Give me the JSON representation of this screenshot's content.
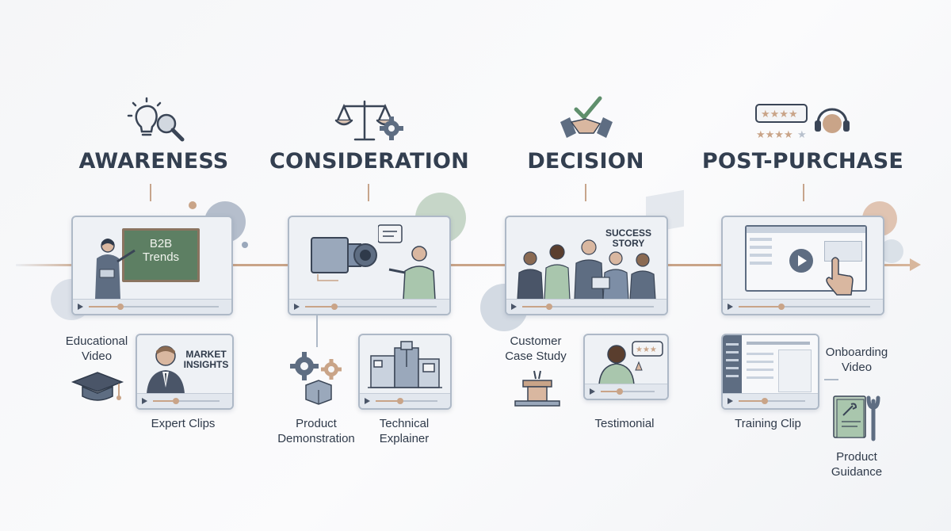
{
  "stages": [
    {
      "title": "AWARENESS",
      "icon": "lightbulb-magnifier-icon"
    },
    {
      "title": "CONSIDERATION",
      "icon": "scale-gear-icon"
    },
    {
      "title": "DECISION",
      "icon": "handshake-check-icon"
    },
    {
      "title": "POST-PURCHASE",
      "icon": "rating-headset-icon"
    }
  ],
  "scenes": {
    "chalkboard_line1": "B2B",
    "chalkboard_line2": "Trends",
    "market_line1": "MARKET",
    "market_line2": "INSIGHTS",
    "success_line1": "SUCCESS",
    "success_line2": "STORY"
  },
  "labels": {
    "educational_video_line1": "Educational",
    "educational_video_line2": "Video",
    "expert_clips": "Expert Clips",
    "product_demonstration_line1": "Product",
    "product_demonstration_line2": "Demonstration",
    "technical_explainer_line1": "Technical",
    "technical_explainer_line2": "Explainer",
    "customer_case_study_line1": "Customer",
    "customer_case_study_line2": "Case Study",
    "testimonial": "Testimonial",
    "onboarding_video_line1": "Onboarding",
    "onboarding_video_line2": "Video",
    "training_clip": "Training Clip",
    "product_guidance_line1": "Product",
    "product_guidance_line2": "Guidance"
  },
  "colors": {
    "accent": "#c9a488",
    "slate": "#5e6d82",
    "sage": "#b9cdbc",
    "card_border": "#aeb9c7"
  }
}
